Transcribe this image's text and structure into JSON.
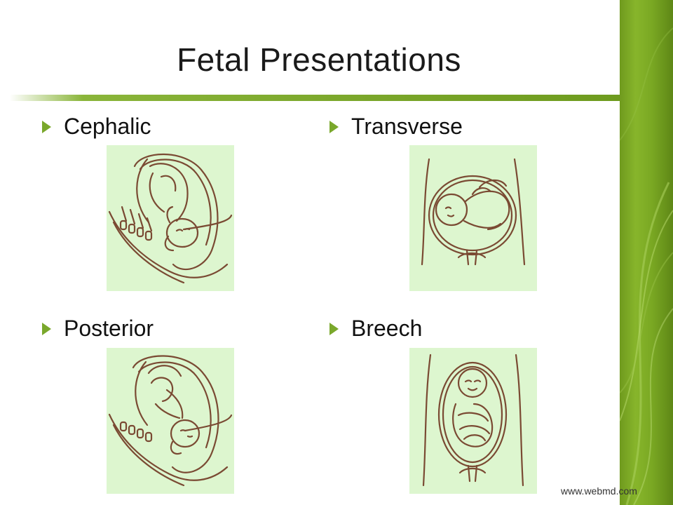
{
  "slide": {
    "title": "Fetal Presentations",
    "source": "www.webmd.com"
  },
  "bullets": [
    {
      "label": "Cephalic"
    },
    {
      "label": "Transverse"
    },
    {
      "label": "Posterior"
    },
    {
      "label": "Breech"
    }
  ],
  "colors": {
    "accent": "#7aa82c",
    "panel_bg": "#ddf6cf",
    "line_art": "#7a4a33"
  },
  "icons": [
    "bullet-arrow-icon"
  ]
}
